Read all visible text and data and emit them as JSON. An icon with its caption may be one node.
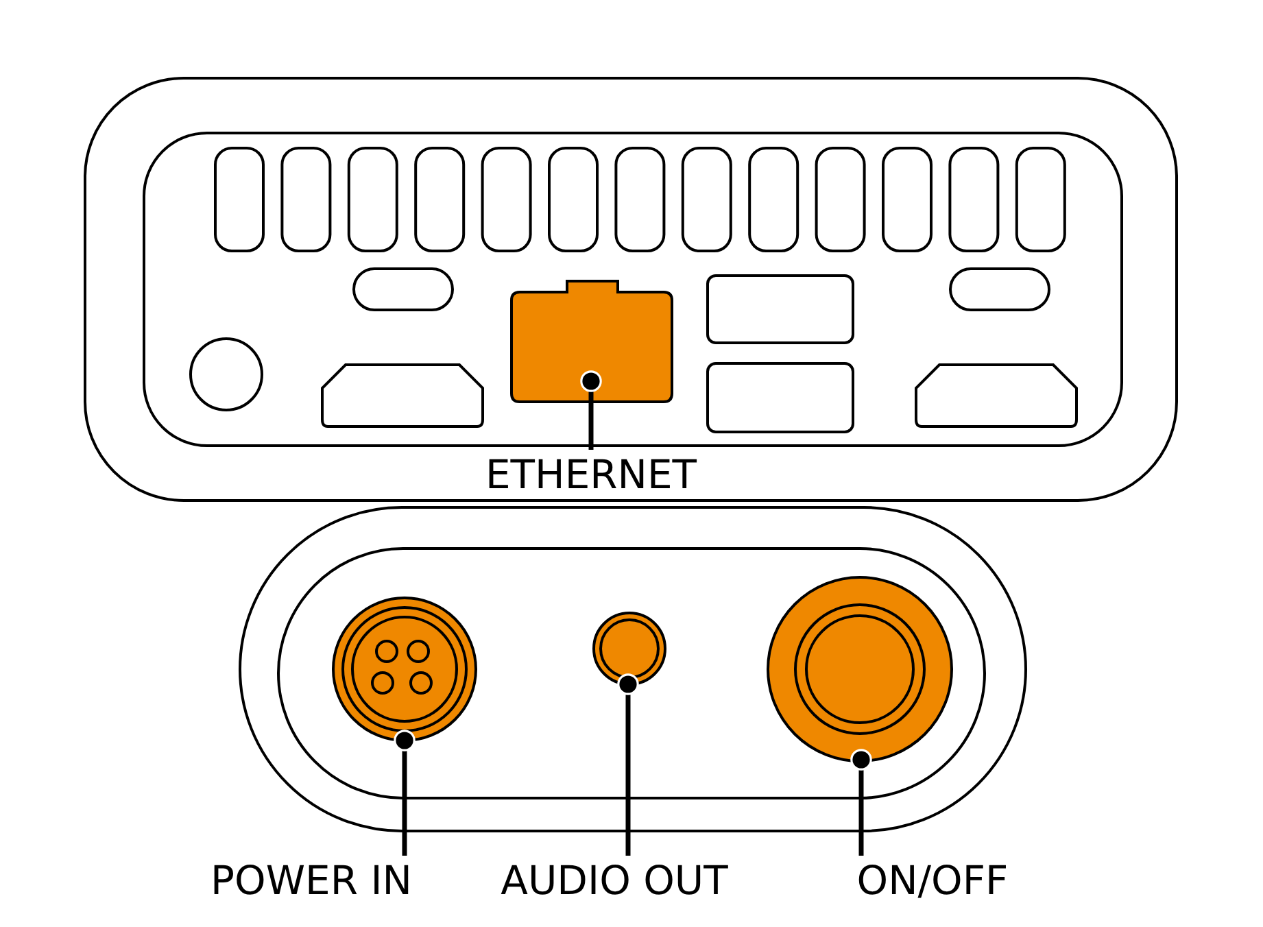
{
  "diagram": {
    "nodes": [
      {
        "text": [],
        "shape": "box"
      },
      {
        "text": [
          "ETHERNET"
        ]
      },
      {
        "text": [],
        "shape": "circle"
      },
      {
        "text": [],
        "shape": "circle"
      },
      {
        "text": [],
        "shape": "circle"
      },
      {
        "text": [
          "POWER IN"
        ]
      },
      {
        "text": [
          "AUDIO OUT"
        ]
      },
      {
        "text": [
          "ON/OFF"
        ]
      },
      {
        "text": [],
        "shape": "box"
      },
      {
        "text": [],
        "shape": "box"
      }
    ],
    "edges": [
      {
        "from": 1,
        "to": 0,
        "arrow": "other"
      },
      {
        "from": 5,
        "to": 2,
        "arrow": "other"
      },
      {
        "from": 6,
        "to": 3,
        "arrow": "other"
      },
      {
        "from": 7,
        "to": 4,
        "arrow": "other"
      }
    ]
  }
}
